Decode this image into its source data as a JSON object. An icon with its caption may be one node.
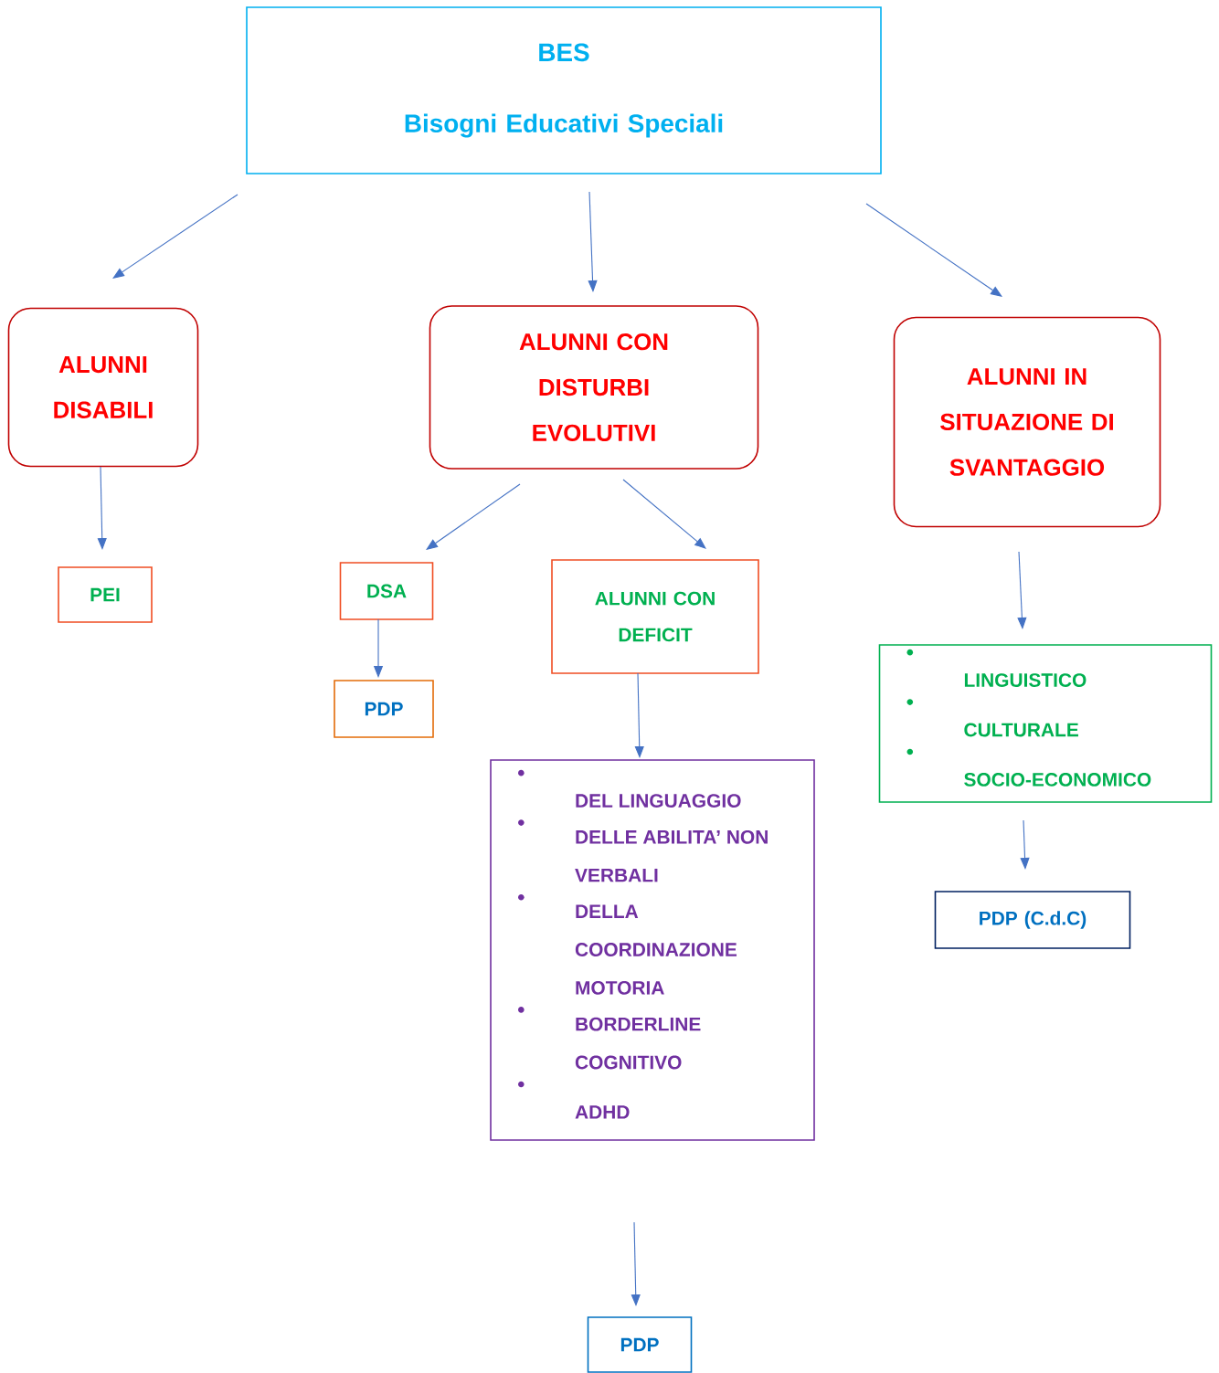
{
  "diagram": {
    "nodes": [
      {
        "text": [
          "BES",
          "Bisogni Educativi Speciali"
        ]
      },
      {
        "text": [
          "ALUNNI DISABILI"
        ]
      },
      {
        "text": [
          "ALUNNI CON DISTURBI EVOLUTIVI"
        ]
      },
      {
        "text": [
          "ALUNNI IN SITUAZIONE DI SVANTAGGIO"
        ]
      },
      {
        "text": [
          "PEI"
        ]
      },
      {
        "text": [
          "DSA"
        ]
      },
      {
        "text": [
          "ALUNNI CON DEFICIT"
        ]
      },
      {
        "text": [
          "PDP"
        ]
      },
      {
        "text": [
          "DEL LINGUAGGIO",
          "DELLE ABILITA’ NON VERBALI",
          "DELLA COORDINAZIONE MOTORIA",
          "BORDERLINE COGNITIVO",
          "ADHD"
        ]
      },
      {
        "text": [
          "PDP"
        ]
      },
      {
        "text": [
          "LINGUISTICO",
          "CULTURALE",
          "SOCIO-ECONOMICO"
        ]
      },
      {
        "text": [
          "PDP (C.d.C)"
        ]
      }
    ],
    "edges": [
      {
        "from": 0,
        "to": 1,
        "arrow": "to"
      },
      {
        "from": 0,
        "to": 2,
        "arrow": "to"
      },
      {
        "from": 0,
        "to": 3,
        "arrow": "to"
      },
      {
        "from": 1,
        "to": 4,
        "arrow": "to"
      },
      {
        "from": 2,
        "to": 5,
        "arrow": "to"
      },
      {
        "from": 2,
        "to": 6,
        "arrow": "to"
      },
      {
        "from": 5,
        "to": 7,
        "arrow": "to"
      },
      {
        "from": 6,
        "to": 8,
        "arrow": "to"
      },
      {
        "from": 8,
        "to": 9,
        "arrow": "to"
      },
      {
        "from": 3,
        "to": 10,
        "arrow": "to"
      },
      {
        "from": 10,
        "to": 11,
        "arrow": "to"
      }
    ]
  }
}
